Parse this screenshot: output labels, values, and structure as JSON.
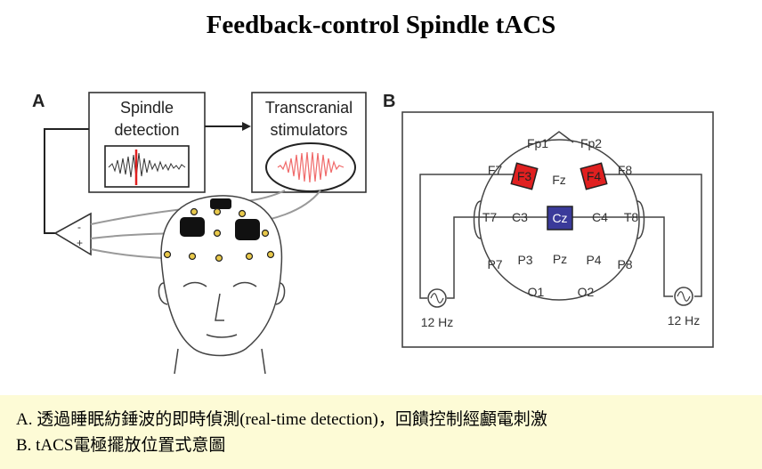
{
  "title": "Feedback-control Spindle tACS",
  "panel_a": {
    "label": "A",
    "detector_box": {
      "line1": "Spindle",
      "line2": "detection"
    },
    "stimulator_box": {
      "line1": "Transcranial",
      "line2": "stimulators"
    },
    "amp_plus": "+",
    "amp_minus": "-"
  },
  "panel_b": {
    "label": "B",
    "electrodes": [
      "Fp1",
      "Fp2",
      "F7",
      "F3",
      "Fz",
      "F4",
      "F8",
      "T7",
      "C3",
      "Cz",
      "C4",
      "T8",
      "P7",
      "P3",
      "Pz",
      "P4",
      "P8",
      "O1",
      "O2"
    ],
    "source_left_label": "12 Hz",
    "source_right_label": "12 Hz",
    "colors": {
      "stim_red": "#e02020",
      "ref_blue": "#3a3a9a"
    }
  },
  "caption": {
    "line_a": "A. 透過睡眠紡錘波的即時偵測(real-time detection)，回饋控制經顱電刺激",
    "line_b": "B. tACS電極擺放位置式意圖"
  }
}
